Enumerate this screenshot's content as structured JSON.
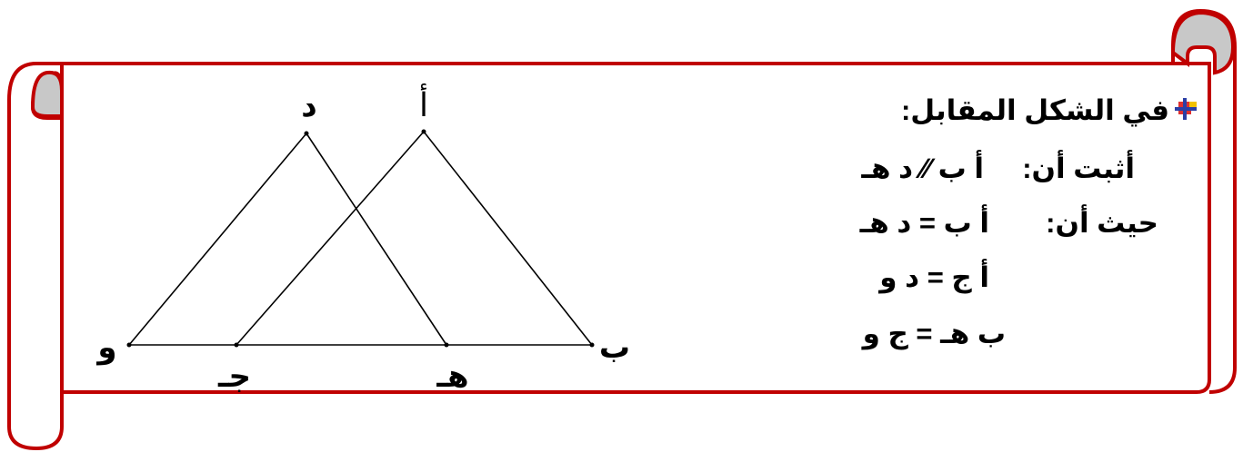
{
  "problem": {
    "intro": "في الشكل المقابل:",
    "prove_label": "أثبت أن:",
    "prove_stmt": "أ ب ∕∕ د هـ",
    "given_label": "حيث أن:",
    "given_1": "أ ب = د هـ",
    "given_2": "أ ج = د و",
    "given_3": "ب هـ = ج و"
  },
  "figure": {
    "point_a": "أ",
    "point_d": "د",
    "point_w": "و",
    "point_j": "جـ",
    "point_h": "هـ",
    "point_b": "ب"
  },
  "colors": {
    "scroll_border": "#c00000",
    "scroll_curl_fill": "#c8c8c8",
    "bullet_red": "#e03030",
    "bullet_blue": "#2b3fa6",
    "bullet_yellow": "#f2c200"
  }
}
